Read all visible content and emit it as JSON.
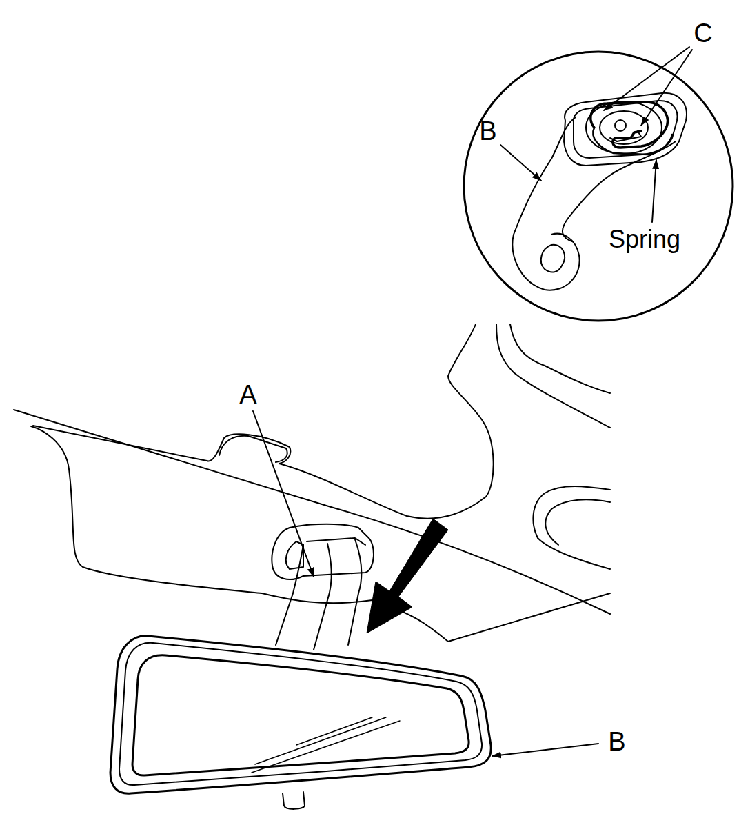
{
  "diagram": {
    "labels": [
      "C",
      "B",
      "Spring",
      "A",
      "B"
    ]
  }
}
